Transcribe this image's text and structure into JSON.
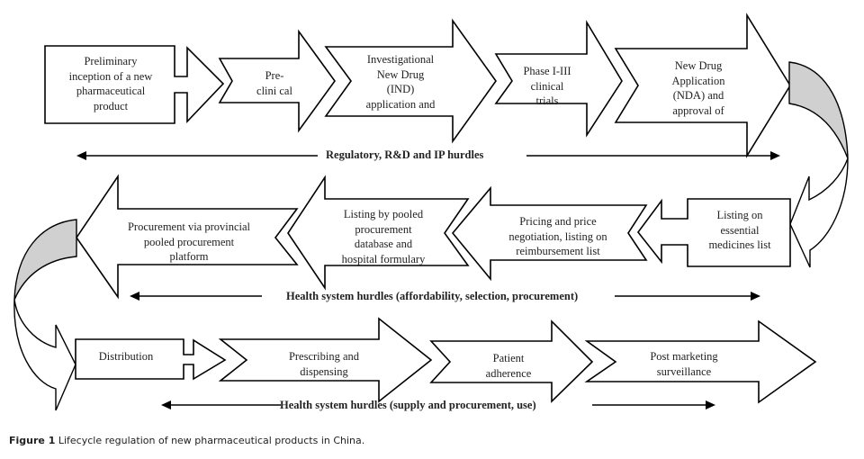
{
  "diagram": {
    "title": "Lifecycle regulation of new pharmaceutical products in China",
    "colors": {
      "stroke": "#000000",
      "fill": "#ffffff",
      "connector_fill": "#d0d0d0"
    },
    "rows": [
      {
        "direction": "right",
        "steps": [
          {
            "id": "step-preliminary-inception",
            "label": "Preliminary\ninception of a new\npharmaceutical\nproduct"
          },
          {
            "id": "step-pre-clinical",
            "label": "Pre-\nclini cal"
          },
          {
            "id": "step-ind-application",
            "label": "Investigational\nNew Drug\n(IND)\napplication and"
          },
          {
            "id": "step-phase-trials",
            "label": "Phase I-III\nclinical\ntrials"
          },
          {
            "id": "step-nda-approval",
            "label": "New Drug\nApplication\n(NDA) and\napproval of"
          }
        ],
        "hurdle": "Regulatory, R&D and IP hurdles"
      },
      {
        "direction": "left",
        "steps": [
          {
            "id": "step-essential-medicines",
            "label": "Listing on\nessential\nmedicines list"
          },
          {
            "id": "step-pricing-negotiation",
            "label": "Pricing and price\nnegotiation, listing on\nreimbursement list"
          },
          {
            "id": "step-pooled-listing",
            "label": "Listing by pooled\nprocurement\ndatabase and\nhospital formulary"
          },
          {
            "id": "step-provincial-procurement",
            "label": "Procurement via provincial\npooled procurement\nplatform"
          }
        ],
        "hurdle": "Health system hurdles (affordability, selection, procurement)"
      },
      {
        "direction": "right",
        "steps": [
          {
            "id": "step-distribution",
            "label": "Distribution"
          },
          {
            "id": "step-prescribing",
            "label": "Prescribing and\ndispensing"
          },
          {
            "id": "step-adherence",
            "label": "Patient\nadherence"
          },
          {
            "id": "step-post-marketing",
            "label": "Post marketing\nsurveillance"
          }
        ],
        "hurdle": "Health system hurdles (supply and procurement, use)"
      }
    ]
  },
  "caption": {
    "figure_label": "Figure 1",
    "text": " Lifecycle regulation of new pharmaceutical products in China."
  }
}
